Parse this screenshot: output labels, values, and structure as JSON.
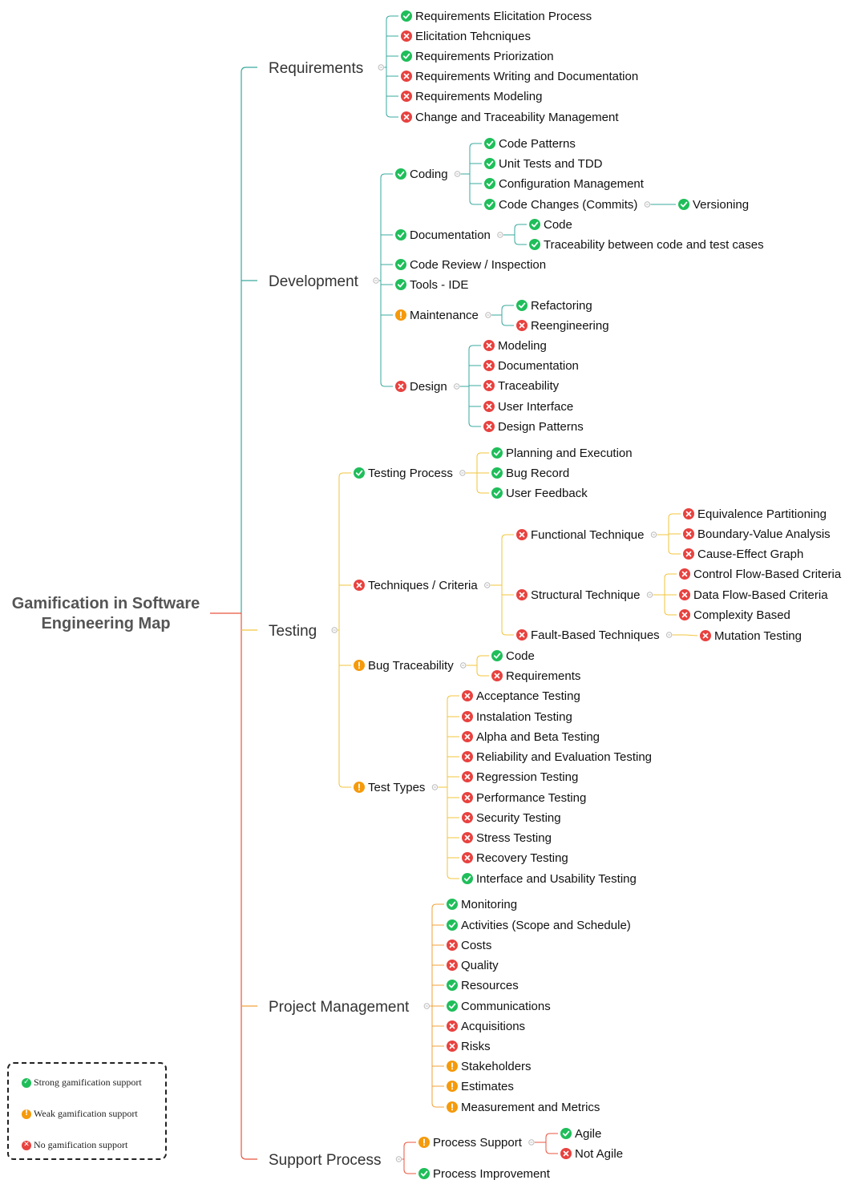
{
  "title_lines": [
    "Gamification in Software",
    "Engineering Map"
  ],
  "colors": {
    "strong": "#1fbe5a",
    "weak": "#f59a0b",
    "none": "#e8423f",
    "branch_requirements": "#3aa99f",
    "branch_development": "#3aa99f",
    "branch_testing": "#f2c53d",
    "branch_project_management": "#f0a23a",
    "branch_support": "#e8553f",
    "spine_top": "#3aa99f",
    "spine_bottom": "#e8553f"
  },
  "legend": {
    "strong": "Strong gamification support",
    "weak": "Weak gamification support",
    "none": "No gamification support"
  },
  "branches": [
    {
      "label": "Requirements",
      "children": [
        {
          "label": "Requirements Elicitation Process",
          "status": "strong"
        },
        {
          "label": "Elicitation Tehcniques",
          "status": "none"
        },
        {
          "label": "Requirements Priorization",
          "status": "strong"
        },
        {
          "label": "Requirements Writing and Documentation",
          "status": "none"
        },
        {
          "label": "Requirements Modeling",
          "status": "none"
        },
        {
          "label": "Change and Traceability Management",
          "status": "none"
        }
      ]
    },
    {
      "label": "Development",
      "children": [
        {
          "label": "Coding",
          "status": "strong",
          "children": [
            {
              "label": "Code Patterns",
              "status": "strong"
            },
            {
              "label": "Unit Tests and TDD",
              "status": "strong"
            },
            {
              "label": "Configuration Management",
              "status": "strong"
            },
            {
              "label": "Code Changes (Commits)",
              "status": "strong",
              "children": [
                {
                  "label": "Versioning",
                  "status": "strong"
                }
              ]
            }
          ]
        },
        {
          "label": "Documentation",
          "status": "strong",
          "children": [
            {
              "label": "Code",
              "status": "strong"
            },
            {
              "label": "Traceability between code and test cases",
              "status": "strong"
            }
          ]
        },
        {
          "label": "Code Review / Inspection",
          "status": "strong"
        },
        {
          "label": "Tools - IDE",
          "status": "strong"
        },
        {
          "label": "Maintenance",
          "status": "weak",
          "children": [
            {
              "label": "Refactoring",
              "status": "strong"
            },
            {
              "label": "Reengineering",
              "status": "none"
            }
          ]
        },
        {
          "label": "Design",
          "status": "none",
          "children": [
            {
              "label": "Modeling",
              "status": "none"
            },
            {
              "label": "Documentation",
              "status": "none"
            },
            {
              "label": "Traceability",
              "status": "none"
            },
            {
              "label": "User Interface",
              "status": "none"
            },
            {
              "label": "Design Patterns",
              "status": "none"
            }
          ]
        }
      ]
    },
    {
      "label": "Testing",
      "children": [
        {
          "label": "Testing Process",
          "status": "strong",
          "children": [
            {
              "label": "Planning and Execution",
              "status": "strong"
            },
            {
              "label": "Bug Record",
              "status": "strong"
            },
            {
              "label": "User Feedback",
              "status": "strong"
            }
          ]
        },
        {
          "label": "Techniques / Criteria",
          "status": "none",
          "children": [
            {
              "label": "Functional Technique",
              "status": "none",
              "children": [
                {
                  "label": "Equivalence Partitioning",
                  "status": "none"
                },
                {
                  "label": "Boundary-Value Analysis",
                  "status": "none"
                },
                {
                  "label": "Cause-Effect Graph",
                  "status": "none"
                }
              ]
            },
            {
              "label": "Structural Technique",
              "status": "none",
              "children": [
                {
                  "label": "Control Flow-Based Criteria",
                  "status": "none"
                },
                {
                  "label": "Data Flow-Based Criteria",
                  "status": "none"
                },
                {
                  "label": "Complexity Based",
                  "status": "none"
                }
              ]
            },
            {
              "label": "Fault-Based Techniques",
              "status": "none",
              "children": [
                {
                  "label": "Mutation Testing",
                  "status": "none"
                }
              ]
            }
          ]
        },
        {
          "label": "Bug Traceability",
          "status": "weak",
          "children": [
            {
              "label": "Code",
              "status": "strong"
            },
            {
              "label": "Requirements",
              "status": "none"
            }
          ]
        },
        {
          "label": "Test Types",
          "status": "weak",
          "children": [
            {
              "label": "Acceptance Testing",
              "status": "none"
            },
            {
              "label": "Instalation Testing",
              "status": "none"
            },
            {
              "label": "Alpha and Beta Testing",
              "status": "none"
            },
            {
              "label": "Reliability and Evaluation Testing",
              "status": "none"
            },
            {
              "label": "Regression Testing",
              "status": "none"
            },
            {
              "label": "Performance Testing",
              "status": "none"
            },
            {
              "label": "Security Testing",
              "status": "none"
            },
            {
              "label": "Stress Testing",
              "status": "none"
            },
            {
              "label": "Recovery Testing",
              "status": "none"
            },
            {
              "label": "Interface and Usability Testing",
              "status": "strong"
            }
          ]
        }
      ]
    },
    {
      "label": "Project Management",
      "children": [
        {
          "label": "Monitoring",
          "status": "strong"
        },
        {
          "label": "Activities (Scope and Schedule)",
          "status": "strong"
        },
        {
          "label": "Costs",
          "status": "none"
        },
        {
          "label": "Quality",
          "status": "none"
        },
        {
          "label": "Resources",
          "status": "strong"
        },
        {
          "label": "Communications",
          "status": "strong"
        },
        {
          "label": "Acquisitions",
          "status": "none"
        },
        {
          "label": "Risks",
          "status": "none"
        },
        {
          "label": "Stakeholders",
          "status": "weak"
        },
        {
          "label": "Estimates",
          "status": "weak"
        },
        {
          "label": "Measurement and Metrics",
          "status": "weak"
        }
      ]
    },
    {
      "label": "Support Process",
      "children": [
        {
          "label": "Process Support",
          "status": "weak",
          "children": [
            {
              "label": "Agile",
              "status": "strong"
            },
            {
              "label": "Not Agile",
              "status": "none"
            }
          ]
        },
        {
          "label": "Process Improvement",
          "status": "strong"
        }
      ]
    }
  ]
}
